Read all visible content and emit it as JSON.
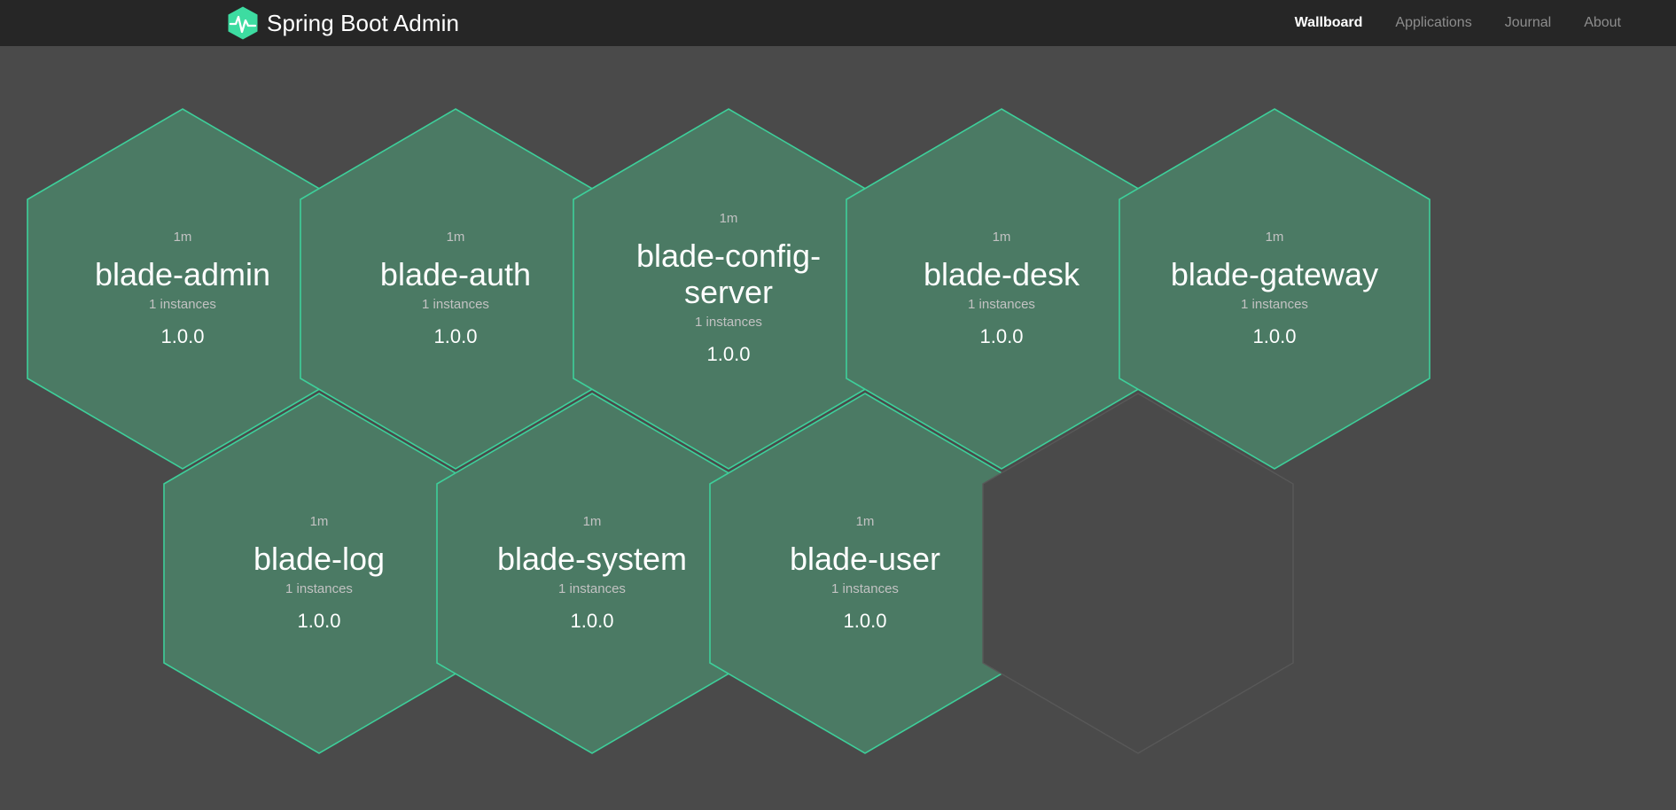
{
  "header": {
    "brand_title": "Spring Boot Admin",
    "logo_icon": "heartbeat-hexagon-icon",
    "brand_accent_color": "#3ddca1",
    "background_color": "#262626",
    "nav": [
      {
        "label": "Wallboard",
        "active": true
      },
      {
        "label": "Applications",
        "active": false
      },
      {
        "label": "Journal",
        "active": false
      },
      {
        "label": "About",
        "active": false
      }
    ]
  },
  "wallboard": {
    "background_color": "#4a4a4a",
    "hexagon_fill": "#4b7a64",
    "hexagon_border": "#3ecf9a",
    "empty_hexagon_border": "#585858",
    "applications": [
      {
        "uptime": "1m",
        "name": "blade-admin",
        "instances": "1 instances",
        "version": "1.0.0",
        "row": 1,
        "col": 1
      },
      {
        "uptime": "1m",
        "name": "blade-auth",
        "instances": "1 instances",
        "version": "1.0.0",
        "row": 1,
        "col": 2
      },
      {
        "uptime": "1m",
        "name": "blade-config-server",
        "instances": "1 instances",
        "version": "1.0.0",
        "row": 1,
        "col": 3
      },
      {
        "uptime": "1m",
        "name": "blade-desk",
        "instances": "1 instances",
        "version": "1.0.0",
        "row": 1,
        "col": 4
      },
      {
        "uptime": "1m",
        "name": "blade-gateway",
        "instances": "1 instances",
        "version": "1.0.0",
        "row": 1,
        "col": 5
      },
      {
        "uptime": "1m",
        "name": "blade-log",
        "instances": "1 instances",
        "version": "1.0.0",
        "row": 2,
        "col": 1
      },
      {
        "uptime": "1m",
        "name": "blade-system",
        "instances": "1 instances",
        "version": "1.0.0",
        "row": 2,
        "col": 2
      },
      {
        "uptime": "1m",
        "name": "blade-user",
        "instances": "1 instances",
        "version": "1.0.0",
        "row": 2,
        "col": 3
      }
    ],
    "empty_slots": [
      {
        "row": 2,
        "col": 4
      }
    ]
  }
}
